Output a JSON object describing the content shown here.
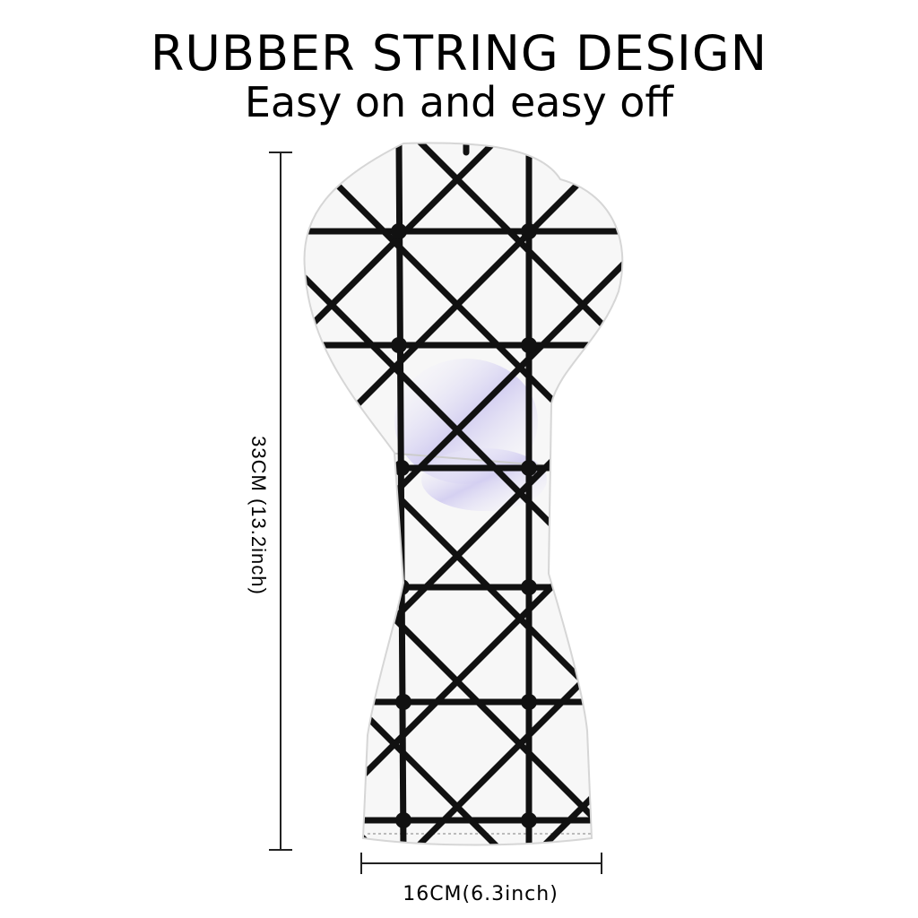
{
  "heading": {
    "title": "RUBBER STRING DESIGN",
    "subtitle": "Easy on and easy off"
  },
  "dimensions": {
    "height_label": "33CM (13.2inch)",
    "width_label": "16CM(6.3inch)"
  },
  "product": {
    "name": "headcover",
    "body_color": "#f7f7f7",
    "pattern_color": "#111111",
    "sheen_color": "#c9c3ef"
  }
}
